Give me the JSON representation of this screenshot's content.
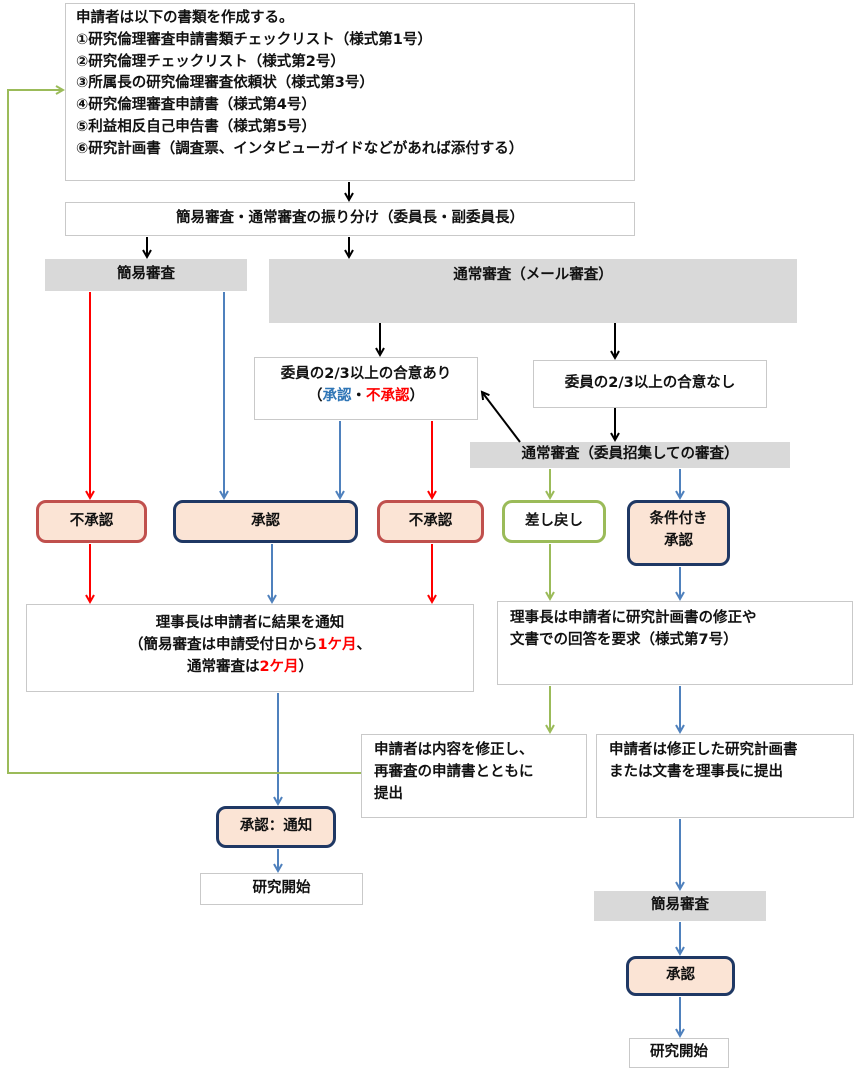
{
  "intro": {
    "heading": "申請者は以下の書類を作成する。",
    "items": [
      "①研究倫理審査申請書類チェックリスト（様式第1号）",
      "②研究倫理チェックリスト（様式第2号）",
      "③所属長の研究倫理審査依頼状（様式第3号）",
      "④研究倫理審査申請書（様式第4号）",
      "⑤利益相反自己申告書（様式第5号）",
      "⑥研究計画書（調査票、インタビューガイドなどがあれば添付する）"
    ]
  },
  "assign": "簡易審査・通常審査の振り分け（委員長・副委員長）",
  "simple_review": "簡易審査",
  "normal_review": "通常審査（メール審査）",
  "agree": {
    "line1": "委員の2/3以上の合意あり",
    "open": "（",
    "approve": "承認",
    "dot": "・",
    "reject": "不承認",
    "close": "）"
  },
  "disagree": "委員の2/3以上の合意なし",
  "meeting_review": "通常審査（委員招集しての審査）",
  "reject_label": "不承認",
  "approve_label": "承認",
  "return_label": "差し戻し",
  "conditional": {
    "line1": "条件付き",
    "line2": "承認"
  },
  "notify": {
    "line1": "理事長は申請者に結果を通知",
    "l2a": "（簡易審査は申請受付日から",
    "l2b": "1ケ月",
    "l2c": "、",
    "l3a": "通常審査は",
    "l3b": "2ケ月",
    "l3c": "）"
  },
  "revise_request": {
    "line1": "理事長は申請者に研究計画書の修正や",
    "line2": "文書での回答を要求（様式第7号）"
  },
  "resubmit": {
    "line1": "申請者は内容を修正し、",
    "line2": "再審査の申請書とともに",
    "line3": "提出"
  },
  "submit_fix": {
    "line1": "申請者は修正した研究計画書",
    "line2": "または文書を理事長に提出"
  },
  "approve_notify": "承認：通知",
  "research_start": "研究開始",
  "simple_review_2": "簡易審査",
  "approve_2": "承認",
  "research_start_2": "研究開始",
  "colors": {
    "red": "#ff0000",
    "blue": "#4f81bd",
    "green": "#9bbb59",
    "black": "#000000",
    "navy": "#1f3864",
    "fill": "#fbe4d5",
    "grey": "#d9d9d9"
  }
}
